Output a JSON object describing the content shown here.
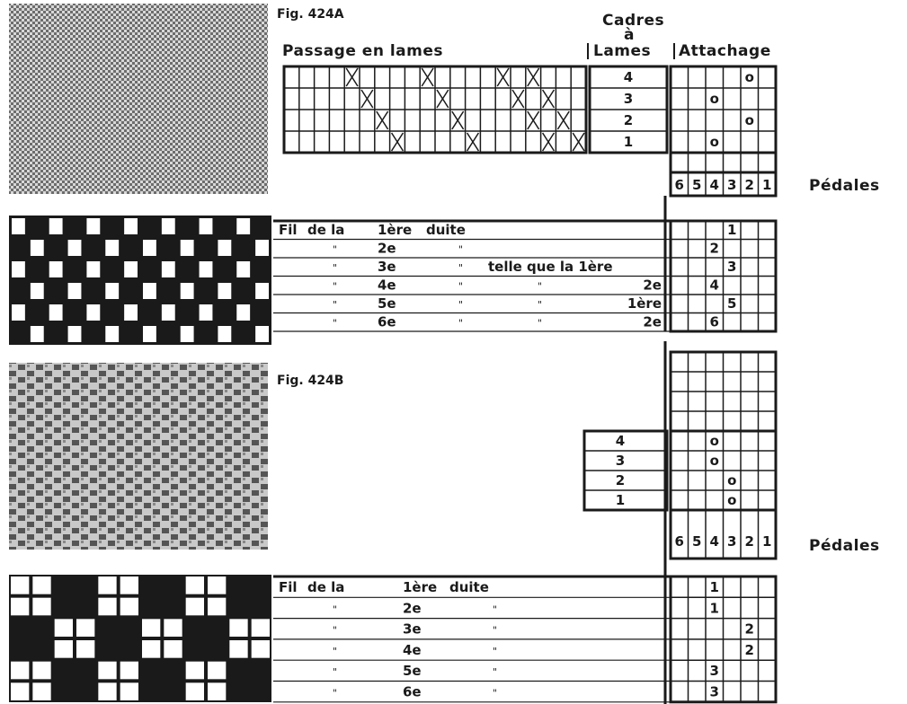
{
  "fig_a": {
    "caption": "Fig. 424A",
    "passage_label": "Passage en lames",
    "cadres_label": [
      "Cadres",
      "à",
      "Lames"
    ],
    "attachage_label": "Attachage",
    "frames": [
      "4",
      "3",
      "2",
      "1"
    ],
    "threading_cols": 20,
    "threading_marks": [
      [
        4,
        4
      ],
      [
        3,
        5
      ],
      [
        2,
        6
      ],
      [
        1,
        7
      ],
      [
        4,
        9
      ],
      [
        3,
        10
      ],
      [
        2,
        11
      ],
      [
        1,
        12
      ],
      [
        4,
        14
      ],
      [
        3,
        15
      ],
      [
        2,
        16
      ],
      [
        1,
        17
      ],
      [
        4,
        16
      ],
      [
        3,
        17
      ],
      [
        2,
        18
      ],
      [
        1,
        19
      ]
    ],
    "tieup_marks": [
      {
        "frame": 4,
        "col": 4
      },
      {
        "frame": 3,
        "col": 2
      },
      {
        "frame": 2,
        "col": 4
      },
      {
        "frame": 1,
        "col": 2
      }
    ],
    "tieup_symbol": "o",
    "pedals": [
      "6",
      "5",
      "4",
      "3",
      "2",
      "1"
    ],
    "pedales_label": "Pédales",
    "treadling_rows": [
      {
        "c1": "Fil",
        "c2": "de la",
        "c3": "1ère",
        "c4": "duite",
        "c5": "",
        "c6": ""
      },
      {
        "c1": "",
        "c2": "\"",
        "c3": "2e",
        "c4": "\"",
        "c5": "",
        "c6": ""
      },
      {
        "c1": "",
        "c2": "\"",
        "c3": "3e",
        "c4": "\"",
        "c5": "telle que la 1ère",
        "c6": ""
      },
      {
        "c1": "",
        "c2": "\"",
        "c3": "4e",
        "c4": "\"",
        "c5": "\"",
        "c6": "2e"
      },
      {
        "c1": "",
        "c2": "\"",
        "c3": "5e",
        "c4": "\"",
        "c5": "\"",
        "c6": "1ère"
      },
      {
        "c1": "",
        "c2": "\"",
        "c3": "6e",
        "c4": "\"",
        "c5": "\"",
        "c6": "2e"
      }
    ],
    "treadling_marks": [
      {
        "row": 0,
        "col": 3,
        "label": "1"
      },
      {
        "row": 1,
        "col": 2,
        "label": "2"
      },
      {
        "row": 2,
        "col": 3,
        "label": "3"
      },
      {
        "row": 3,
        "col": 2,
        "label": "4"
      },
      {
        "row": 4,
        "col": 3,
        "label": "5"
      },
      {
        "row": 5,
        "col": 2,
        "label": "6"
      }
    ]
  },
  "fig_b": {
    "caption": "Fig. 424B",
    "frames": [
      "4",
      "3",
      "2",
      "1"
    ],
    "tieup_marks": [
      {
        "frame": 4,
        "col": 2
      },
      {
        "frame": 3,
        "col": 2
      },
      {
        "frame": 2,
        "col": 3
      },
      {
        "frame": 1,
        "col": 3
      }
    ],
    "tieup_symbol": "o",
    "pedals": [
      "6",
      "5",
      "4",
      "3",
      "2",
      "1"
    ],
    "pedales_label": "Pédales",
    "treadling_rows": [
      {
        "c1": "Fil",
        "c2": "de la",
        "c3": "1ère",
        "c4": "duite"
      },
      {
        "c1": "",
        "c2": "\"",
        "c3": "2e",
        "c4": "\""
      },
      {
        "c1": "",
        "c2": "\"",
        "c3": "3e",
        "c4": "\""
      },
      {
        "c1": "",
        "c2": "\"",
        "c3": "4e",
        "c4": "\""
      },
      {
        "c1": "",
        "c2": "\"",
        "c3": "5e",
        "c4": "\""
      },
      {
        "c1": "",
        "c2": "\"",
        "c3": "6e",
        "c4": "\""
      }
    ],
    "treadling_marks": [
      {
        "row": 0,
        "col": 2,
        "label": "1"
      },
      {
        "row": 1,
        "col": 2,
        "label": "1"
      },
      {
        "row": 2,
        "col": 4,
        "label": "2"
      },
      {
        "row": 3,
        "col": 4,
        "label": "2"
      },
      {
        "row": 4,
        "col": 2,
        "label": "3"
      },
      {
        "row": 5,
        "col": 2,
        "label": "3"
      }
    ]
  }
}
